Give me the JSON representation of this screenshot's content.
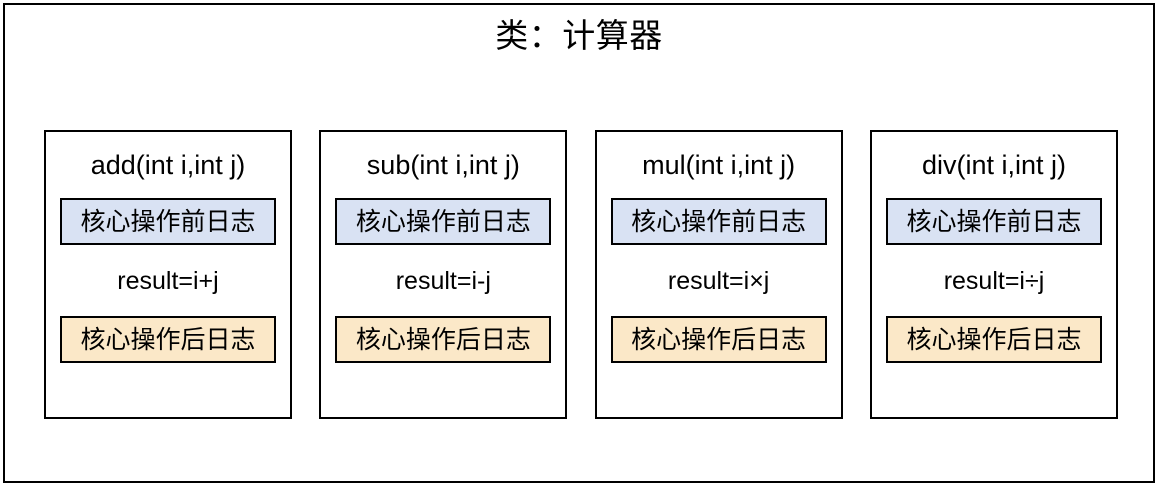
{
  "diagram": {
    "title": "类：计算器",
    "methods": [
      {
        "signature": "add(int i,int j)",
        "pre_log": "核心操作前日志",
        "core_operation": "result=i+j",
        "post_log": "核心操作后日志"
      },
      {
        "signature": "sub(int i,int j)",
        "pre_log": "核心操作前日志",
        "core_operation": "result=i-j",
        "post_log": "核心操作后日志"
      },
      {
        "signature": "mul(int i,int j)",
        "pre_log": "核心操作前日志",
        "core_operation": "result=i×j",
        "post_log": "核心操作后日志"
      },
      {
        "signature": "div(int i,int j)",
        "pre_log": "核心操作前日志",
        "core_operation": "result=i÷j",
        "post_log": "核心操作后日志"
      }
    ],
    "colors": {
      "pre_log_fill": "#d9e2f3",
      "post_log_fill": "#fbe8c8",
      "border": "#000000",
      "background": "#ffffff",
      "text": "#000000"
    }
  }
}
